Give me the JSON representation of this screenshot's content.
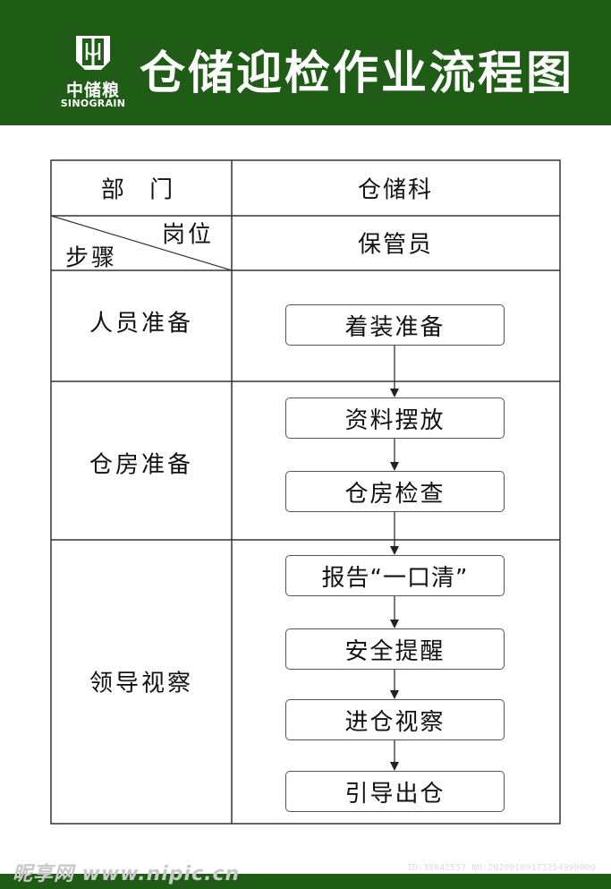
{
  "header": {
    "logo_cn": "中储粮",
    "logo_en": "SINOGRAIN",
    "title": "仓储迎检作业流程图",
    "background_color": "#1f5c15"
  },
  "table": {
    "dept_label": "部 门",
    "dept_value": "仓储科",
    "post_label": "岗位",
    "step_label": "步骤",
    "post_value": "保管员"
  },
  "steps": [
    {
      "label": "人员准备"
    },
    {
      "label": "仓房准备"
    },
    {
      "label": "领导视察"
    }
  ],
  "flow": [
    "着装准备",
    "资料摆放",
    "仓房检查",
    "报告“一口清”",
    "安全提醒",
    "进仓视察",
    "引导出仓"
  ],
  "watermark": {
    "left": "昵享网 www.nipic.cn",
    "right": "ID:30842557 NO:20200109173254990000"
  }
}
